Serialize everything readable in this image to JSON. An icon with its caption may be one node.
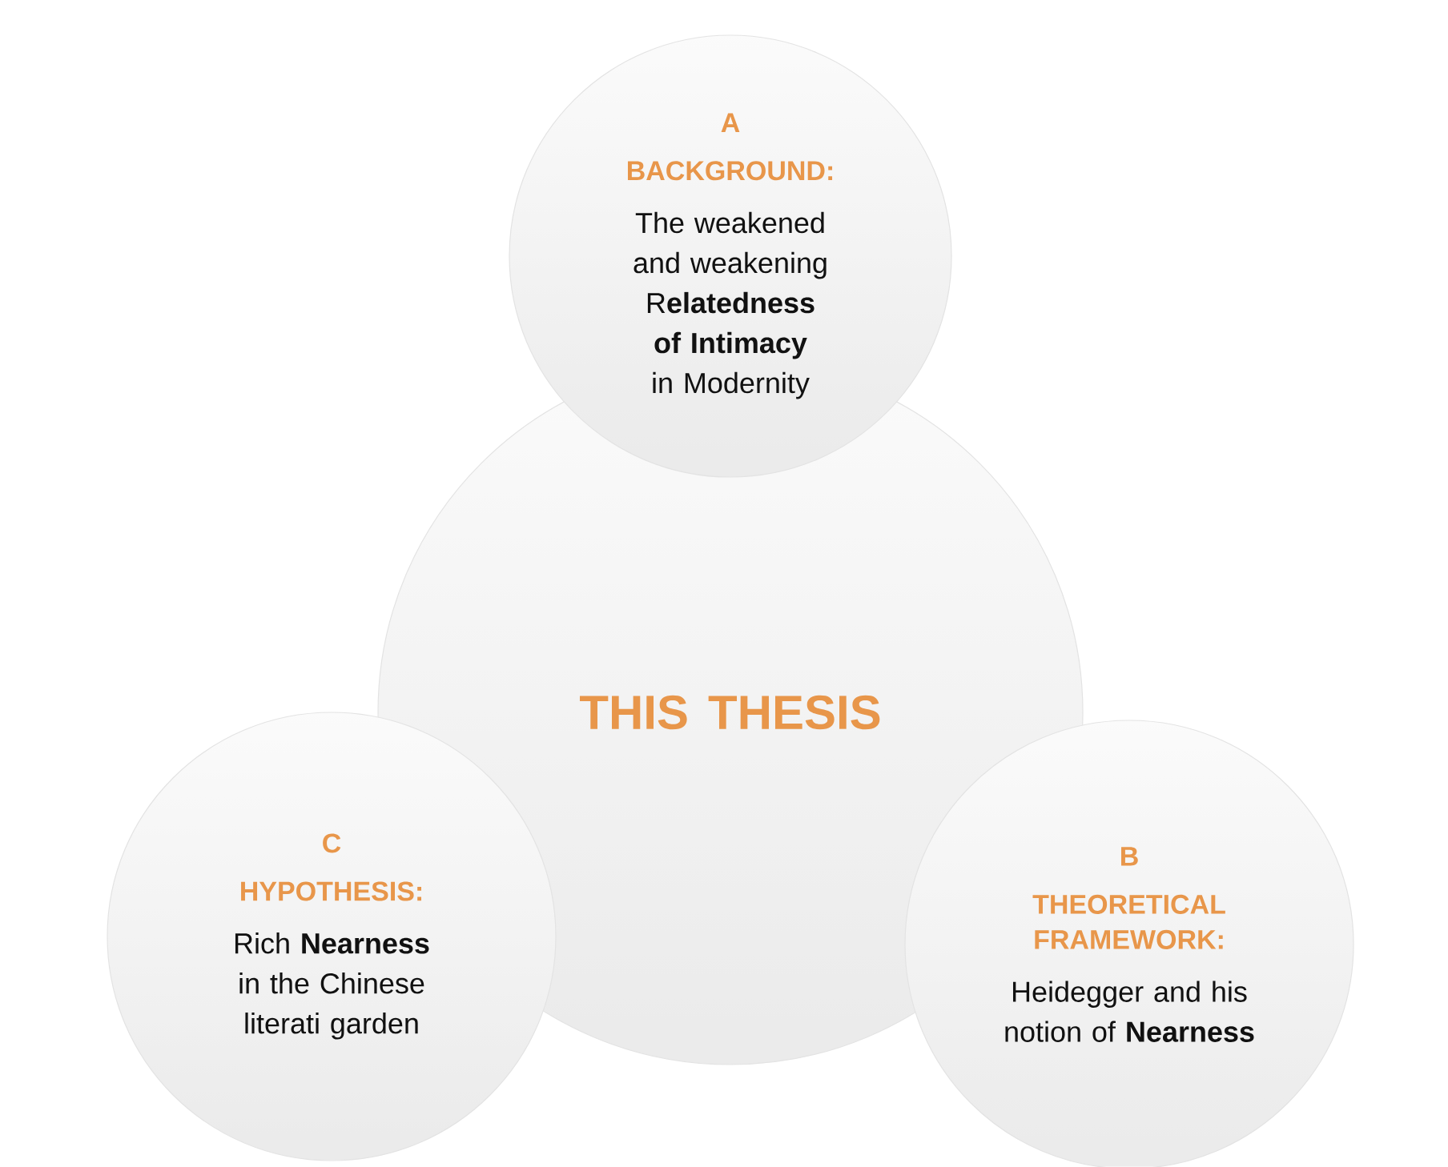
{
  "diagram": {
    "nodes": [
      {
        "text": [
          "A",
          "BACKGROUND:",
          "The weakened and weakening R**elatedness of Intimacy** in Modernity"
        ]
      },
      {
        "text": [
          "THIS THESIS"
        ]
      },
      {
        "text": [
          "C",
          "HYPOTHESIS:",
          "Rich **Nearness** in the Chinese literati garden"
        ]
      },
      {
        "text": [
          "B",
          "THEORETICAL FRAMEWORK:",
          "Heidegger and his notion of **Nearness**"
        ]
      }
    ]
  }
}
